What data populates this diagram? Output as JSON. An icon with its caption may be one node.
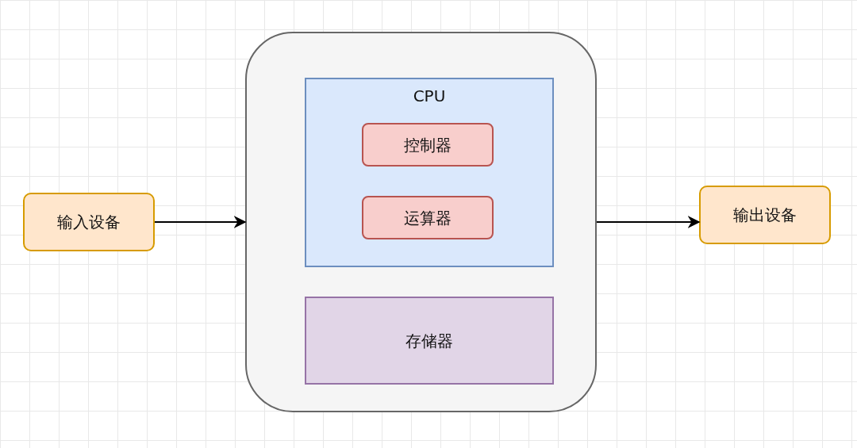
{
  "diagram": {
    "nodes": [
      {
        "text": [],
        "shape": "box"
      },
      {
        "text": [
          "CPU"
        ],
        "in": 0
      },
      {
        "text": [
          "控制器"
        ],
        "in": 1
      },
      {
        "text": [
          "运算器"
        ],
        "in": 1
      },
      {
        "text": [
          "存储器"
        ],
        "in": 0
      },
      {
        "text": [
          "输入设备"
        ]
      },
      {
        "text": [
          "输出设备"
        ]
      }
    ],
    "edges": [
      {
        "from": 5,
        "to": 0,
        "arrow": "to"
      },
      {
        "from": 0,
        "to": 6,
        "arrow": "to"
      }
    ]
  }
}
